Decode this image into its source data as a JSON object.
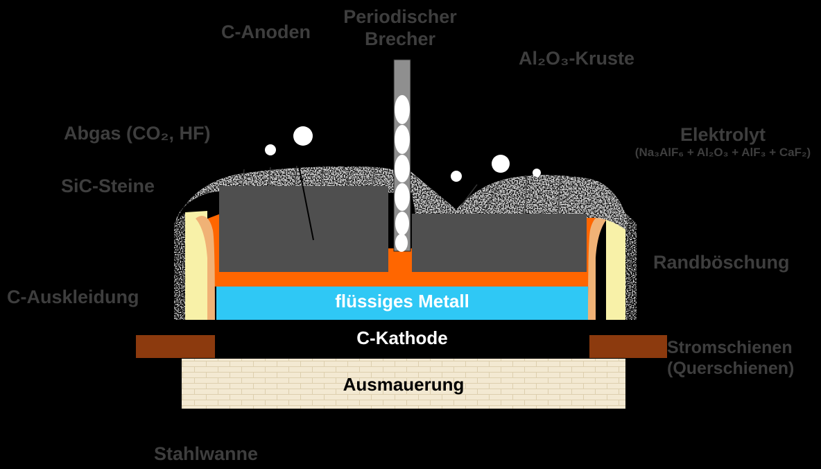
{
  "diagram": {
    "subject": "aluminium-electrolysis-cell-cross-section",
    "labels": {
      "c_anoden": "C-Anoden",
      "feeder_line1": "Periodischer",
      "feeder_line2": "Brecher",
      "kruste": "Al₂O₃-Kruste",
      "abgas": "Abgas (CO₂, HF)",
      "sic_steine": "SiC-Steine",
      "elektrolyt_title": "Elektrolyt",
      "elektrolyt_formula": "(Na₃AlF₆ + Al₂O₃ + AlF₃ + CaF₂)",
      "randboeschung": "Randböschung",
      "c_auskleidung": "C-Auskleidung",
      "fluessiges_metall": "flüssiges Metall",
      "c_kathode": "C-Kathode",
      "strom_line1": "Stromschienen",
      "strom_line2": "(Querschienen)",
      "ausmauerung": "Ausmauerung",
      "stahlwanne": "Stahlwanne"
    },
    "colors": {
      "background": "#000000",
      "anode": "#4f4f4f",
      "crust_base": "#d8d8d8",
      "bath_orange": "#ff6600",
      "liquid_metal": "#2fc8f5",
      "cathode": "#000000",
      "busbar_brown": "#8c3a0e",
      "brick_lining": "#f3e9d2",
      "sidewall_yellow": "#f8f1a8",
      "side_paste": "#f0b276",
      "feeder_rod": "#8f8f8f",
      "dim_label_text": "#3e3e3e"
    }
  }
}
